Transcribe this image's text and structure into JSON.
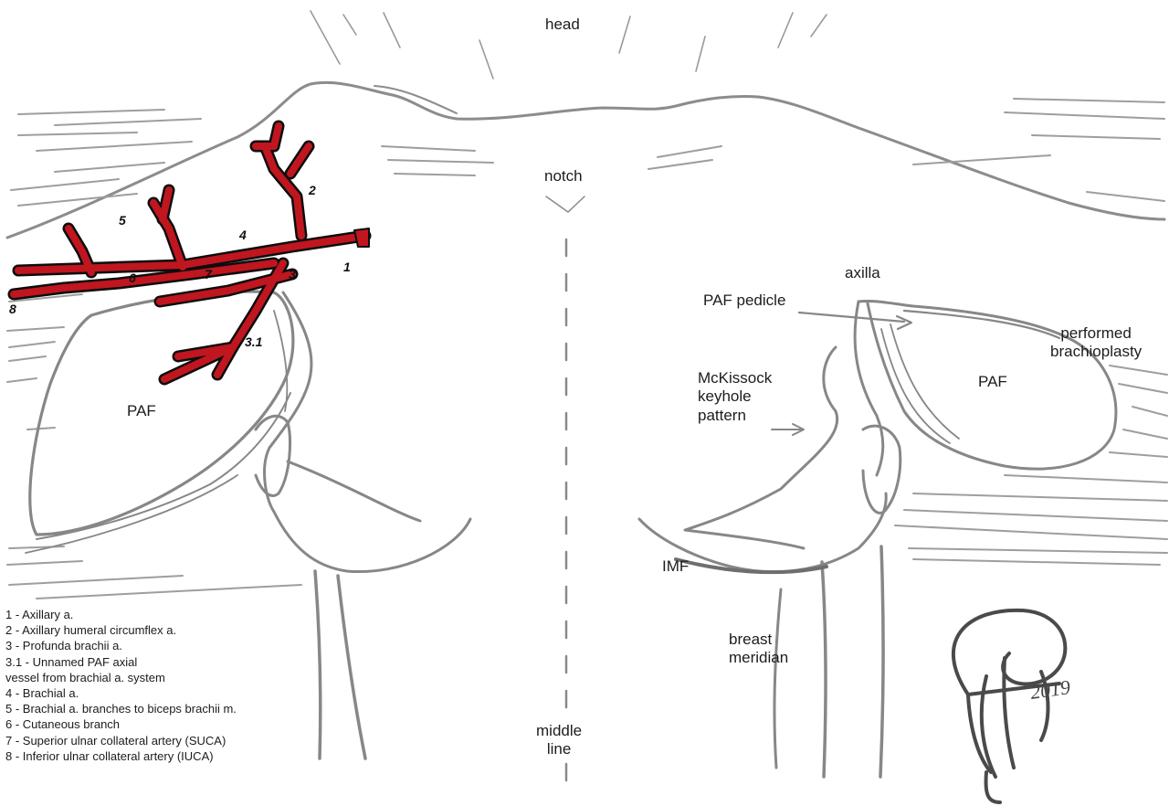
{
  "labels": {
    "head": "head",
    "notch": "notch",
    "axilla": "axilla",
    "paf_pedicle": "PAF pedicle",
    "performed_brachioplasty": [
      "performed",
      "brachioplasty"
    ],
    "paf_left": "PAF",
    "paf_right": "PAF",
    "mckissock": [
      "McKissock",
      "keyhole",
      "pattern"
    ],
    "imf": "IMF",
    "breast_meridian": [
      "breast",
      "meridian"
    ],
    "middle_line": [
      "middle",
      "line"
    ]
  },
  "artery_numbers": {
    "n1": "1",
    "n2": "2",
    "n3": "3",
    "n3_1": "3.1",
    "n4": "4",
    "n5": "5",
    "n6": "6",
    "n7": "7",
    "n8": "8"
  },
  "legend": [
    "1 - Axillary a.",
    "2 - Axillary humeral circumflex a.",
    "3 - Profunda brachii a.",
    "3.1 - Unnamed PAF axial",
    "vessel from brachial a. system",
    "4 - Brachial a.",
    "5 - Brachial a. branches to biceps brachii m.",
    "6 - Cutaneous branch",
    "7 - Superior ulnar collateral artery (SUCA)",
    "8 - Inferior ulnar collateral artery (IUCA)"
  ],
  "signature": {
    "year": "2019"
  },
  "colors": {
    "artery": "#c0161f",
    "outline": "#0d0d0d",
    "pencil": "#8c8c8c",
    "pencil_dark": "#6e6e6e",
    "signature": "#4a4a4a"
  }
}
